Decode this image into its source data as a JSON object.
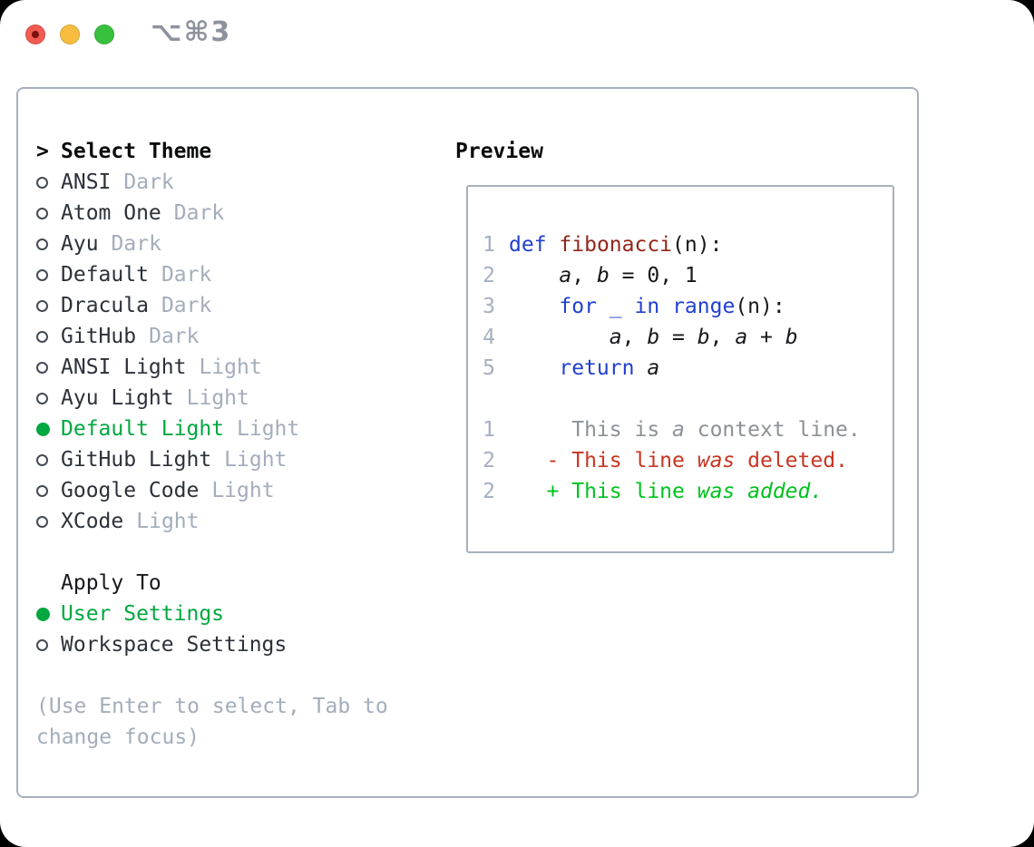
{
  "window": {
    "shortcut_label": "⌥⌘3"
  },
  "colors": {
    "selected_green": "#00a83f",
    "added_green": "#00c21e",
    "deleted_red": "#c73522",
    "keyword_blue": "#2040d0",
    "function_red": "#93261b",
    "muted_gray": "#a3adbb",
    "context_gray": "#8c9197",
    "border_gray": "#a8b0bd",
    "traffic_red": "#f25b52",
    "traffic_yellow": "#f8bd40",
    "traffic_green": "#38c13f"
  },
  "theme_selector": {
    "prompt": ">",
    "title": "Select Theme",
    "themes": [
      {
        "name": "ANSI",
        "variant": "Dark",
        "selected": false
      },
      {
        "name": "Atom One",
        "variant": "Dark",
        "selected": false
      },
      {
        "name": "Ayu",
        "variant": "Dark",
        "selected": false
      },
      {
        "name": "Default",
        "variant": "Dark",
        "selected": false
      },
      {
        "name": "Dracula",
        "variant": "Dark",
        "selected": false
      },
      {
        "name": "GitHub",
        "variant": "Dark",
        "selected": false
      },
      {
        "name": "ANSI Light",
        "variant": "Light",
        "selected": false
      },
      {
        "name": "Ayu Light",
        "variant": "Light",
        "selected": false
      },
      {
        "name": "Default Light",
        "variant": "Light",
        "selected": true
      },
      {
        "name": "GitHub Light",
        "variant": "Light",
        "selected": false
      },
      {
        "name": "Google Code",
        "variant": "Light",
        "selected": false
      },
      {
        "name": "XCode",
        "variant": "Light",
        "selected": false
      }
    ],
    "apply_to": {
      "title": "Apply To",
      "options": [
        {
          "label": "User Settings",
          "selected": true
        },
        {
          "label": "Workspace Settings",
          "selected": false
        }
      ]
    },
    "hint": "(Use Enter to select, Tab to change focus)"
  },
  "preview": {
    "title": "Preview",
    "lines": [
      {
        "num": "1",
        "tokens": [
          {
            "t": "def",
            "s": "kw"
          },
          {
            "t": " ",
            "s": "pl"
          },
          {
            "t": "fibonacci",
            "s": "fn"
          },
          {
            "t": "(n):",
            "s": "pl"
          }
        ]
      },
      {
        "num": "2",
        "tokens": [
          {
            "t": "    ",
            "s": "pl"
          },
          {
            "t": "a",
            "s": "var"
          },
          {
            "t": ", ",
            "s": "pl"
          },
          {
            "t": "b",
            "s": "var"
          },
          {
            "t": " = 0, 1",
            "s": "pl"
          }
        ]
      },
      {
        "num": "3",
        "tokens": [
          {
            "t": "    ",
            "s": "pl"
          },
          {
            "t": "for",
            "s": "kw"
          },
          {
            "t": " ",
            "s": "pl"
          },
          {
            "t": "_",
            "s": "kw"
          },
          {
            "t": " ",
            "s": "pl"
          },
          {
            "t": "in",
            "s": "kw"
          },
          {
            "t": " ",
            "s": "pl"
          },
          {
            "t": "range",
            "s": "kw"
          },
          {
            "t": "(n):",
            "s": "pl"
          }
        ]
      },
      {
        "num": "4",
        "tokens": [
          {
            "t": "        ",
            "s": "pl"
          },
          {
            "t": "a",
            "s": "var"
          },
          {
            "t": ", ",
            "s": "pl"
          },
          {
            "t": "b",
            "s": "var"
          },
          {
            "t": " = ",
            "s": "pl"
          },
          {
            "t": "b",
            "s": "var"
          },
          {
            "t": ", ",
            "s": "pl"
          },
          {
            "t": "a",
            "s": "var"
          },
          {
            "t": " + ",
            "s": "pl"
          },
          {
            "t": "b",
            "s": "var"
          }
        ]
      },
      {
        "num": "5",
        "tokens": [
          {
            "t": "    ",
            "s": "pl"
          },
          {
            "t": "return",
            "s": "kw"
          },
          {
            "t": " ",
            "s": "pl"
          },
          {
            "t": "a",
            "s": "var"
          }
        ]
      },
      {
        "num": "",
        "tokens": []
      },
      {
        "num": "1",
        "tokens": [
          {
            "t": "     This is ",
            "s": "ctx"
          },
          {
            "t": "a",
            "s": "ctx-var"
          },
          {
            "t": " context line.",
            "s": "ctx"
          }
        ]
      },
      {
        "num": "2",
        "tokens": [
          {
            "t": "   - This line ",
            "s": "del"
          },
          {
            "t": "was",
            "s": "del-var"
          },
          {
            "t": " deleted.",
            "s": "del"
          }
        ]
      },
      {
        "num": "2",
        "tokens": [
          {
            "t": "   + This line ",
            "s": "add"
          },
          {
            "t": "was",
            "s": "add-var"
          },
          {
            "t": " ",
            "s": "add"
          },
          {
            "t": "added.",
            "s": "add-var"
          }
        ]
      }
    ]
  }
}
